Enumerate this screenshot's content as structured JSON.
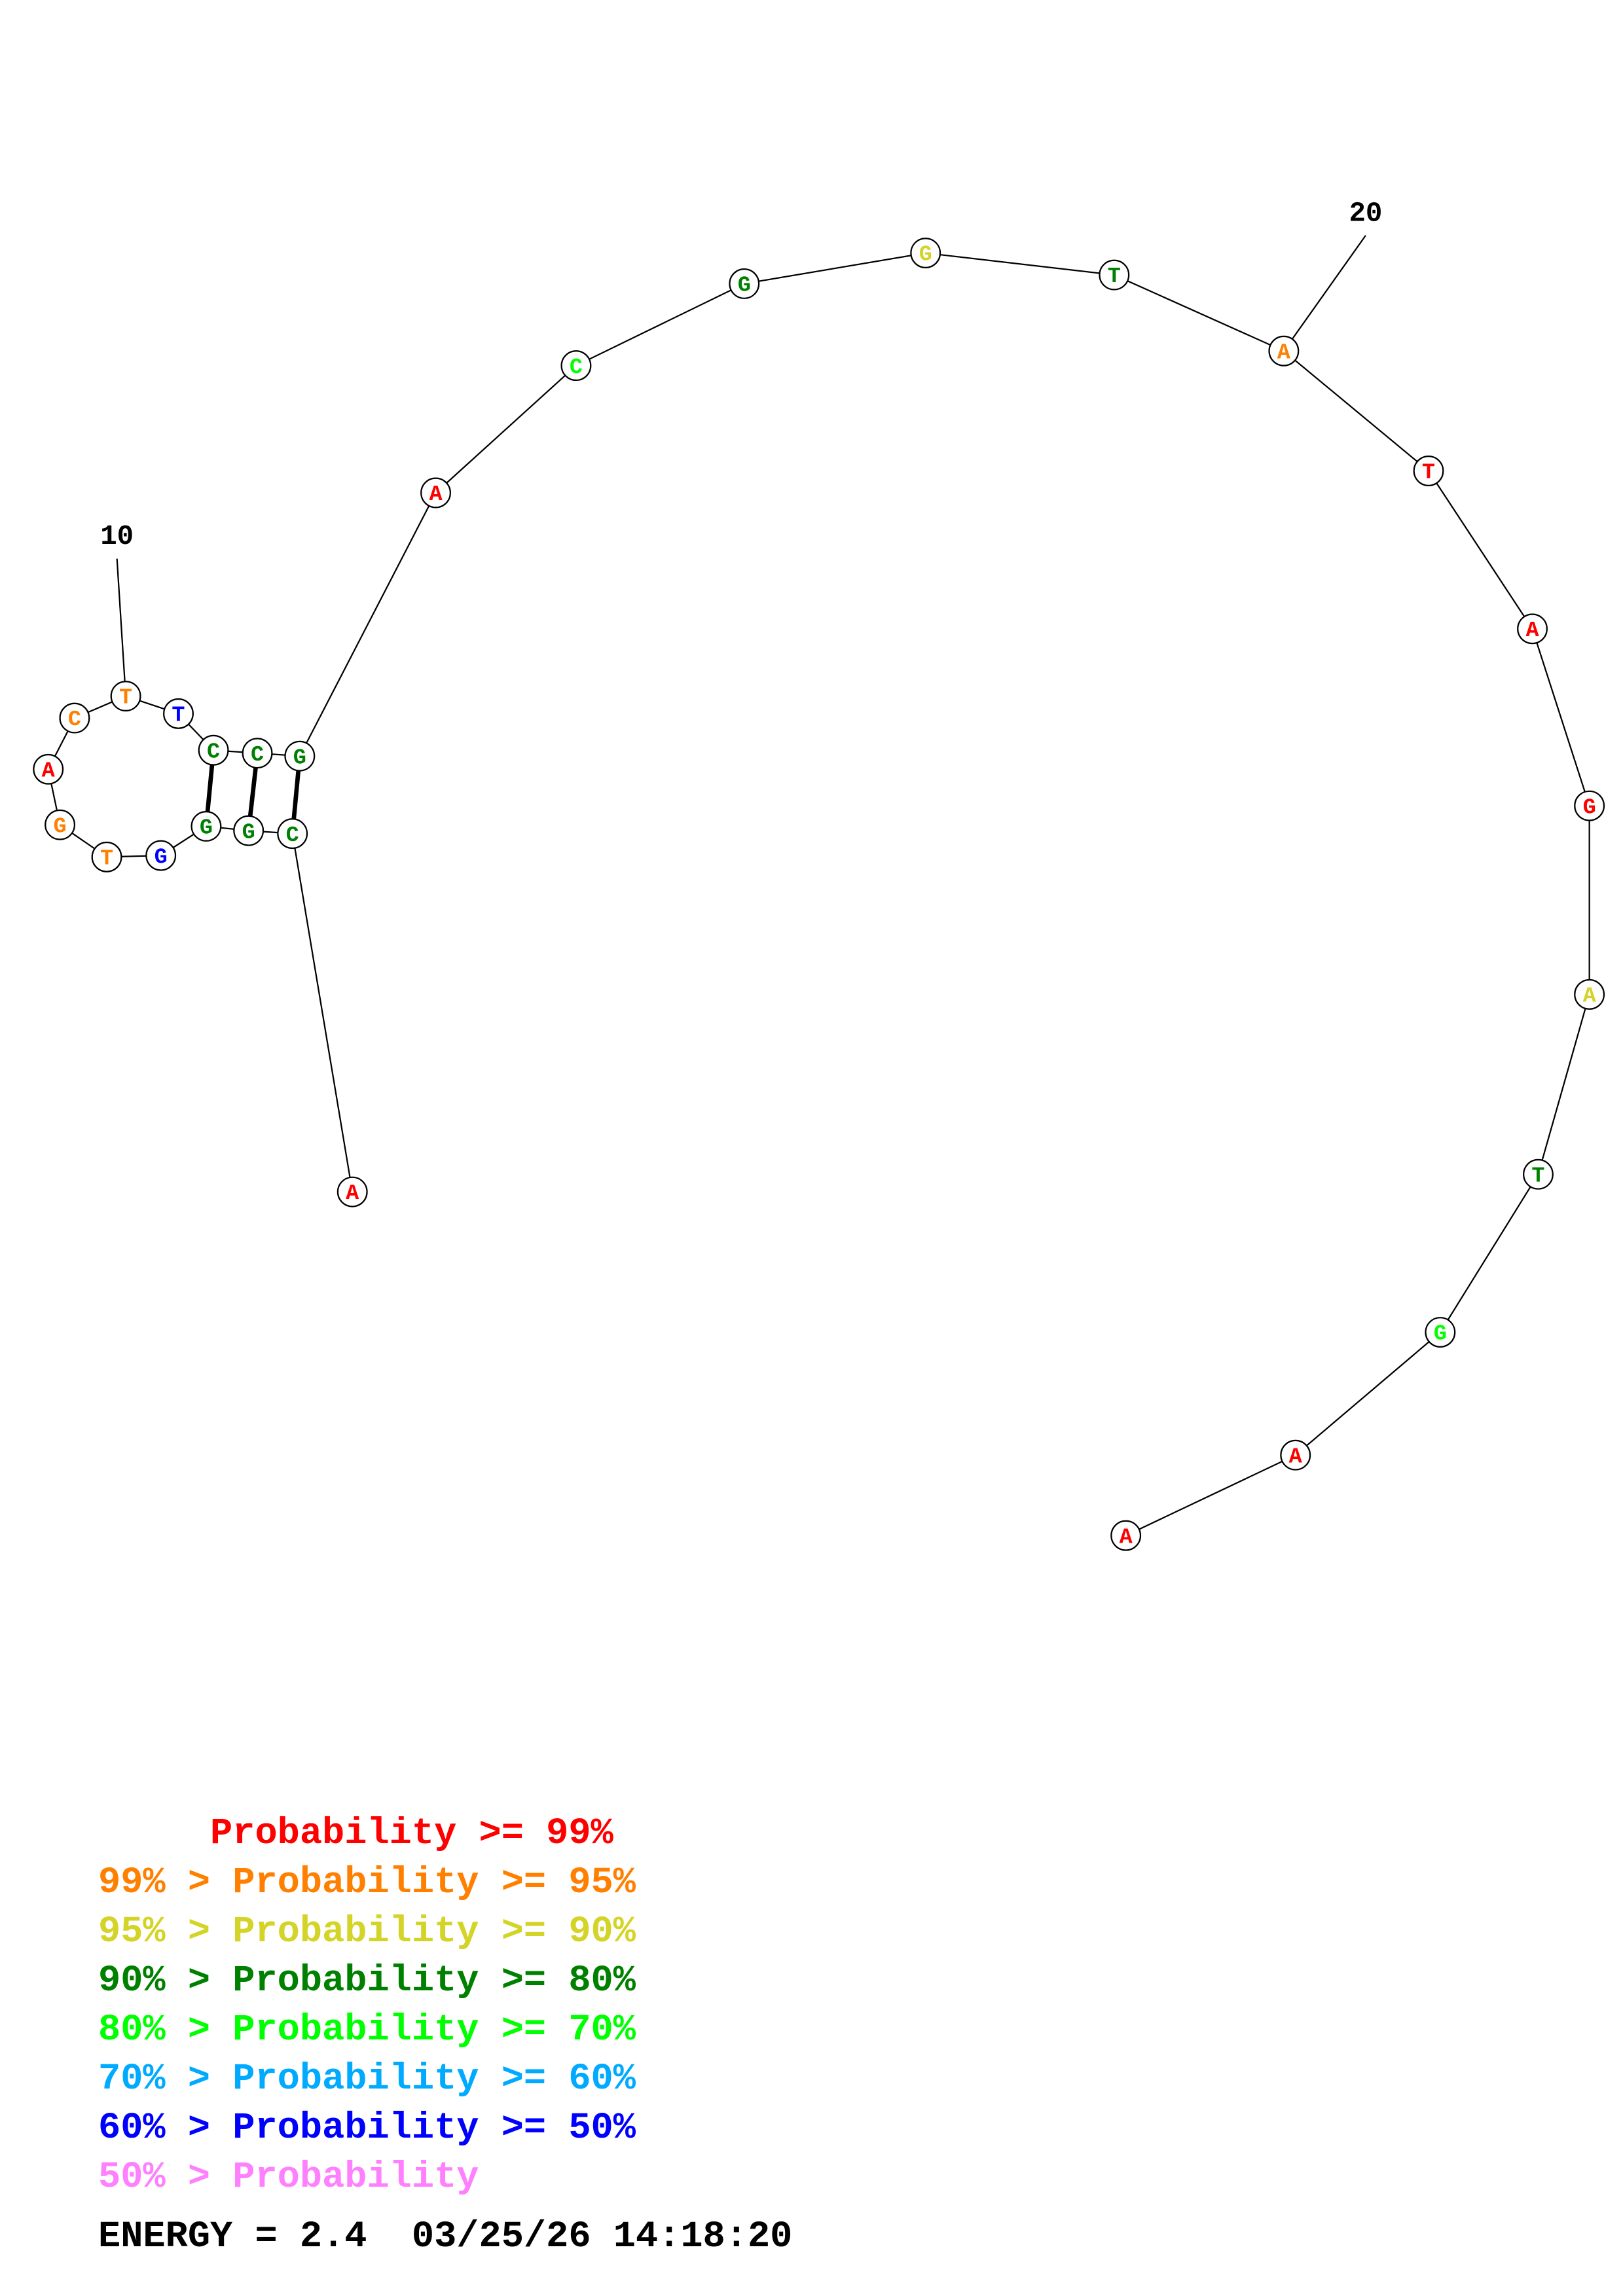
{
  "structure": {
    "nucleotides": [
      {
        "base": "A",
        "prob_class": 0
      },
      {
        "base": "C",
        "prob_class": 3
      },
      {
        "base": "G",
        "prob_class": 3
      },
      {
        "base": "G",
        "prob_class": 3
      },
      {
        "base": "G",
        "prob_class": 6
      },
      {
        "base": "T",
        "prob_class": 1
      },
      {
        "base": "G",
        "prob_class": 1
      },
      {
        "base": "A",
        "prob_class": 0
      },
      {
        "base": "C",
        "prob_class": 1
      },
      {
        "base": "T",
        "prob_class": 1
      },
      {
        "base": "T",
        "prob_class": 6
      },
      {
        "base": "C",
        "prob_class": 3
      },
      {
        "base": "C",
        "prob_class": 3
      },
      {
        "base": "G",
        "prob_class": 3
      },
      {
        "base": "A",
        "prob_class": 0
      },
      {
        "base": "C",
        "prob_class": 4
      },
      {
        "base": "G",
        "prob_class": 3
      },
      {
        "base": "G",
        "prob_class": 2
      },
      {
        "base": "T",
        "prob_class": 3
      },
      {
        "base": "A",
        "prob_class": 1
      },
      {
        "base": "T",
        "prob_class": 0
      },
      {
        "base": "A",
        "prob_class": 0
      },
      {
        "base": "G",
        "prob_class": 0
      },
      {
        "base": "A",
        "prob_class": 2
      },
      {
        "base": "T",
        "prob_class": 3
      },
      {
        "base": "G",
        "prob_class": 4
      },
      {
        "base": "A",
        "prob_class": 0
      },
      {
        "base": "A",
        "prob_class": 0
      }
    ],
    "pairs": [
      [
        2,
        14
      ],
      [
        3,
        13
      ],
      [
        4,
        12
      ]
    ],
    "position_labels": [
      {
        "index": 10,
        "text": "10"
      },
      {
        "index": 20,
        "text": "20"
      }
    ]
  },
  "legend": {
    "colors": [
      "#ff0000",
      "#ff8000",
      "#d4d428",
      "#008000",
      "#00ff00",
      "#00aaff",
      "#0000ff",
      "#ff80ff"
    ],
    "lines": [
      "     Probability >= 99%",
      "99% > Probability >= 95%",
      "95% > Probability >= 90%",
      "90% > Probability >= 80%",
      "80% > Probability >= 70%",
      "70% > Probability >= 60%",
      "60% > Probability >= 50%",
      "50% > Probability"
    ]
  },
  "footer": {
    "text": "ENERGY = 2.4  03/25/26 14:18:20"
  }
}
